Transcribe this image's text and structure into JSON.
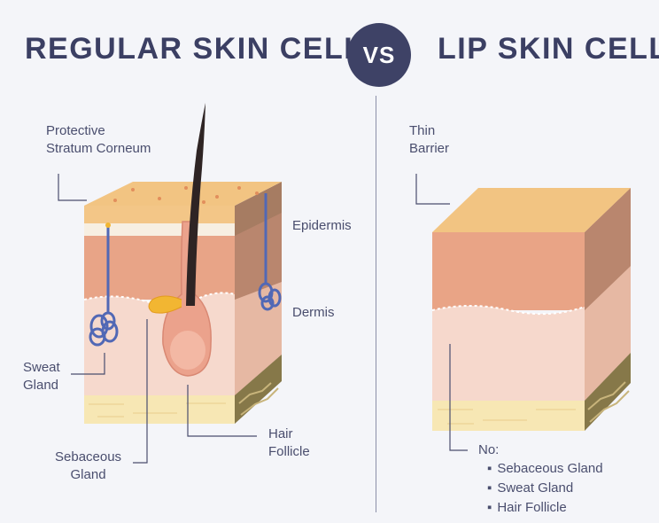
{
  "header": {
    "left_title": "REGULAR SKIN CELL",
    "vs": "VS",
    "right_title": "LIP SKIN CELL"
  },
  "left_labels": {
    "stratum_line1": "Protective",
    "stratum_line2": "Stratum Corneum",
    "epidermis": "Epidermis",
    "dermis": "Dermis",
    "sweat_line1": "Sweat",
    "sweat_line2": "Gland",
    "sebaceous_line1": "Sebaceous",
    "sebaceous_line2": "Gland",
    "hair_line1": "Hair",
    "hair_line2": "Follicle"
  },
  "right_labels": {
    "barrier_line1": "Thin",
    "barrier_line2": "Barrier",
    "no_title": "No:",
    "no_items": [
      "Sebaceous Gland",
      "Sweat Gland",
      "Hair Follicle"
    ]
  },
  "colors": {
    "title": "#3b3f63",
    "vs_circle": "#3e4266",
    "top_surface": "#f2c482",
    "epidermis": "#e9a486",
    "dermis": "#f6d8cc",
    "fat": "#f7e7b4",
    "side_dark": "#a37a5e",
    "gland_blue": "#5168b5",
    "sebaceous_yellow": "#f2b632"
  }
}
